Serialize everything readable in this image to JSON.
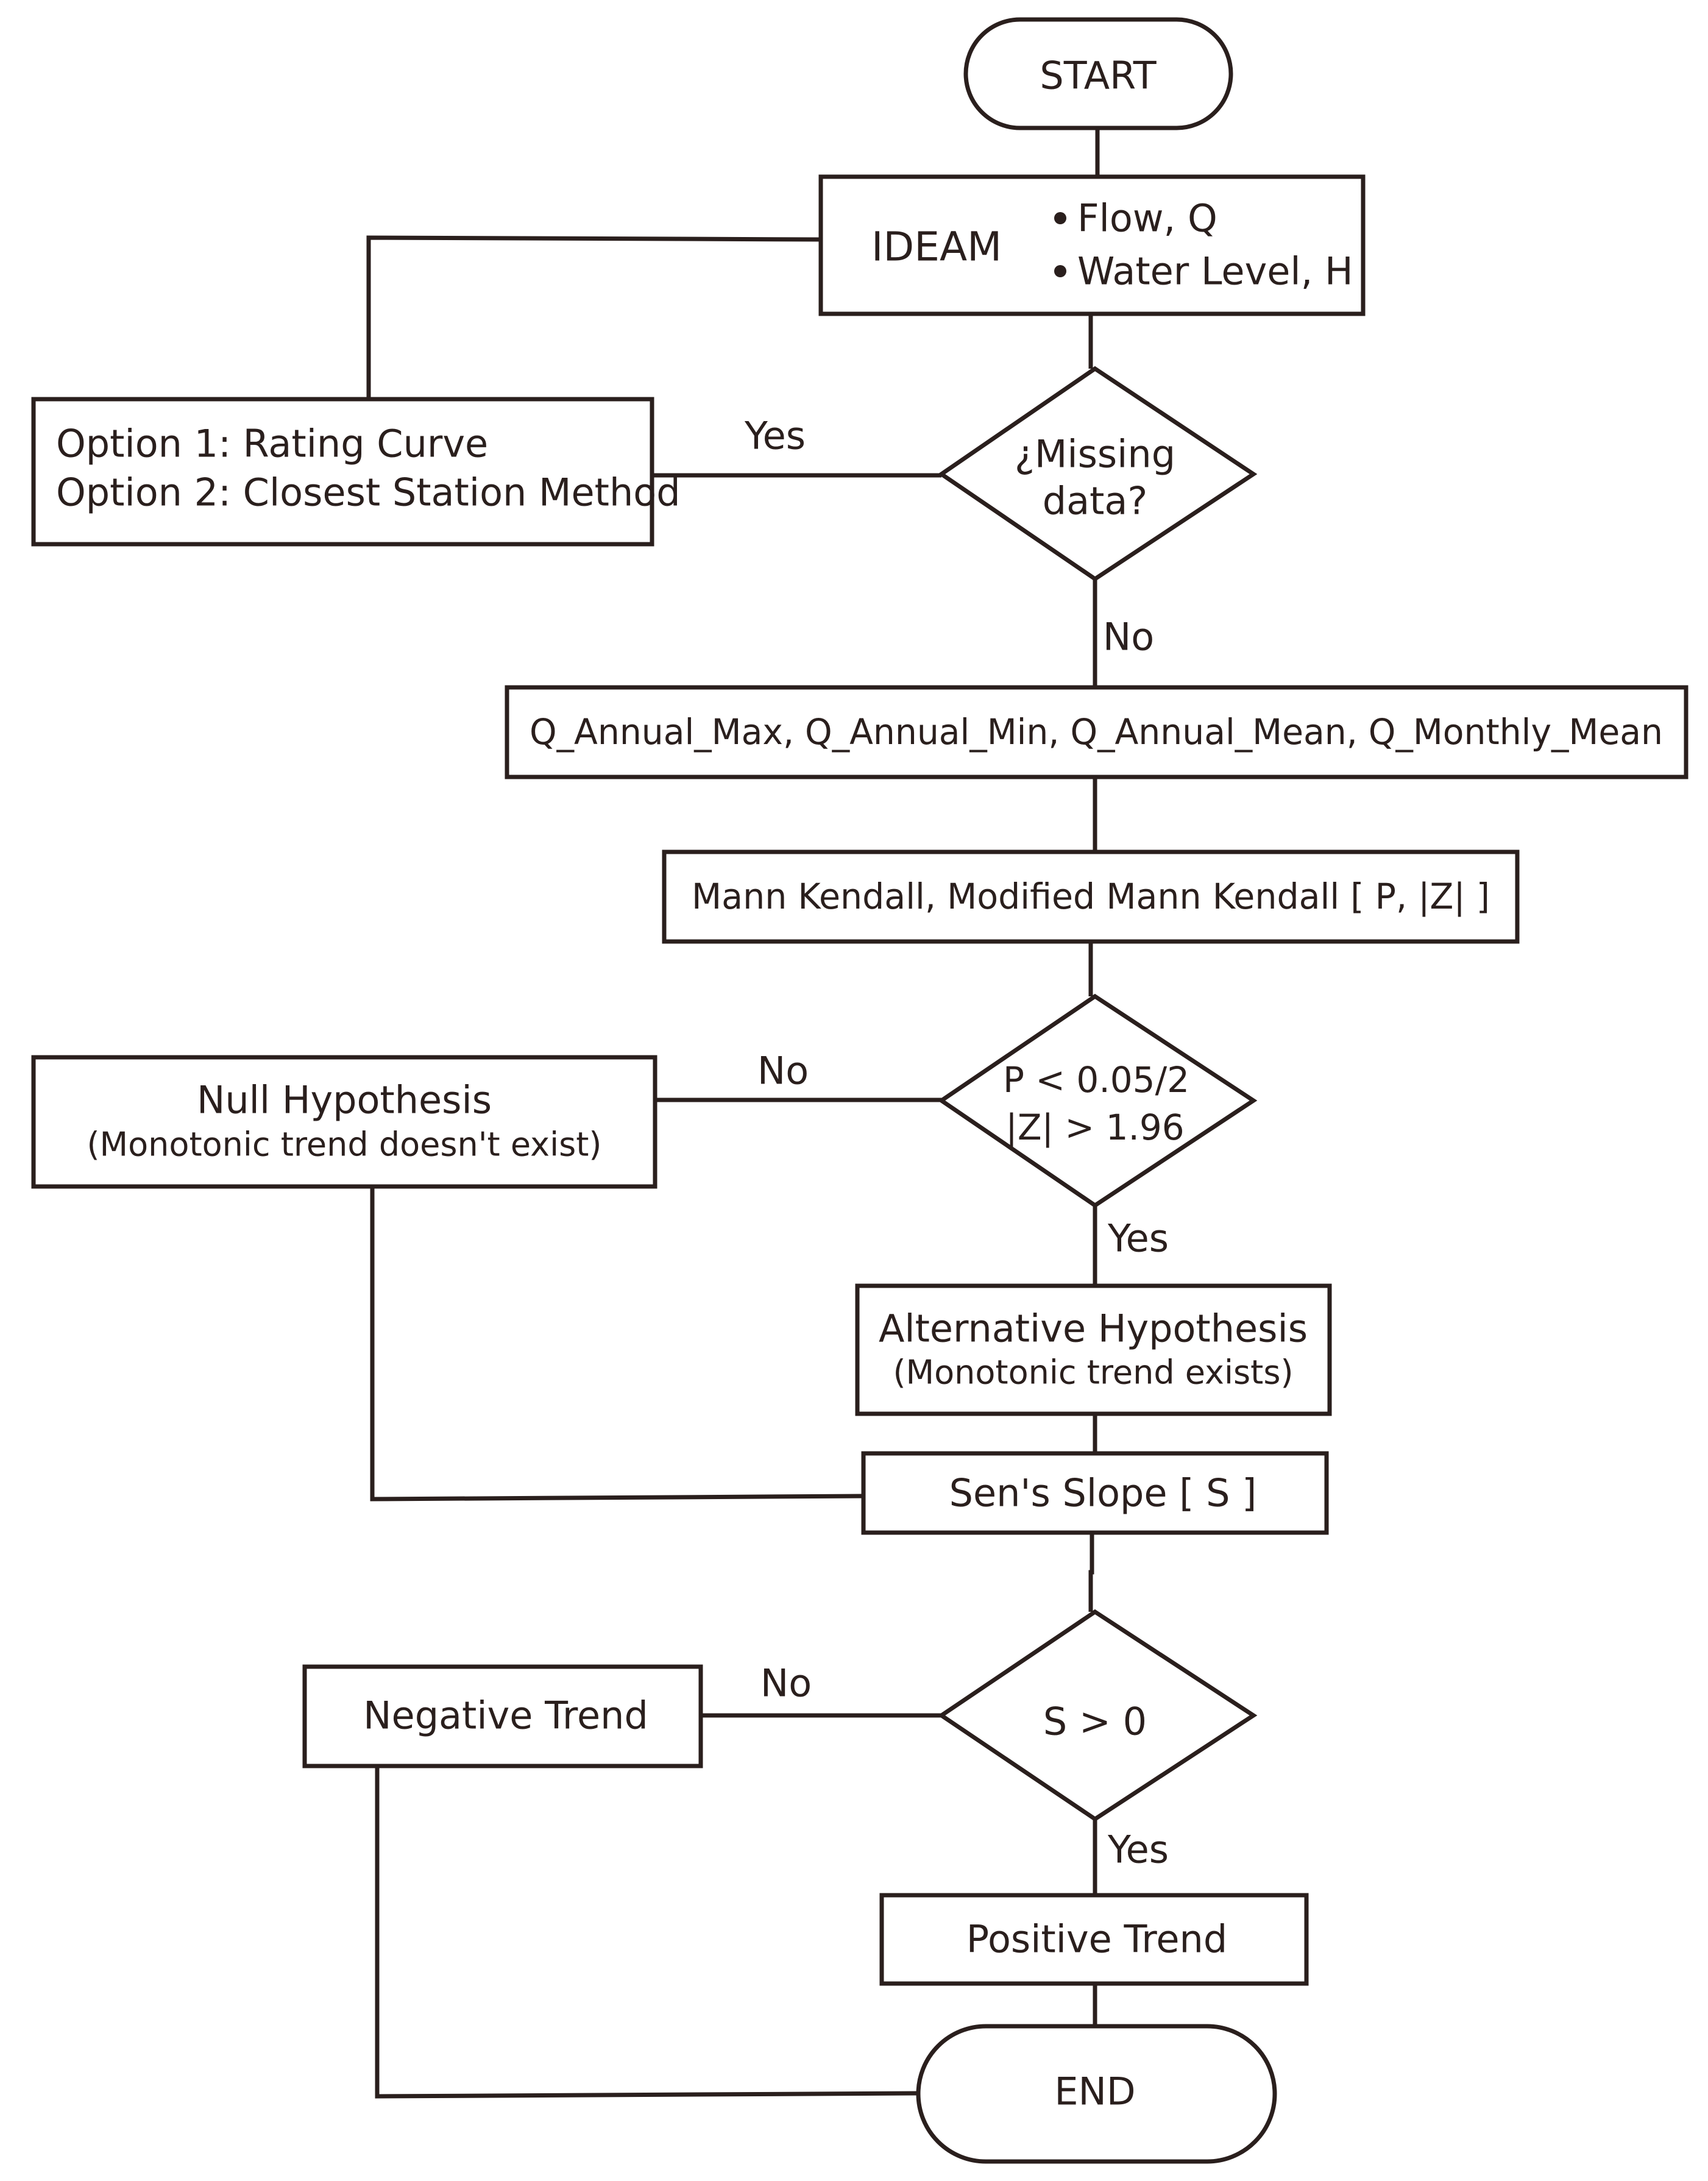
{
  "diagram": {
    "start": "START",
    "ideam": {
      "title": "IDEAM",
      "bullets": [
        "Flow, Q",
        "Water Level, H"
      ]
    },
    "options": {
      "line1": "Option 1: Rating Curve",
      "line2": "Option 2: Closest Station Method"
    },
    "missing_decision": {
      "line1": "¿Missing",
      "line2": "data?"
    },
    "series": "Q_Annual_Max, Q_Annual_Min, Q_Annual_Mean, Q_Monthly_Mean",
    "tests": "Mann Kendall, Modified Mann Kendall [ P, |Z| ]",
    "significance_decision": {
      "line1": "P < 0.05/2",
      "line2": "|Z| > 1.96"
    },
    "null_hypothesis": {
      "title": "Null Hypothesis",
      "subtitle": "(Monotonic trend doesn't exist)"
    },
    "alt_hypothesis": {
      "title": "Alternative Hypothesis",
      "subtitle": "(Monotonic trend exists)"
    },
    "sens_slope": "Sen's Slope [ S ]",
    "slope_decision": "S > 0",
    "negative_trend": "Negative Trend",
    "positive_trend": "Positive Trend",
    "end": "END",
    "labels": {
      "yes_missing": "Yes",
      "no_missing": "No",
      "no_significance": "No",
      "yes_significance": "Yes",
      "no_slope": "No",
      "yes_slope": "Yes"
    }
  }
}
